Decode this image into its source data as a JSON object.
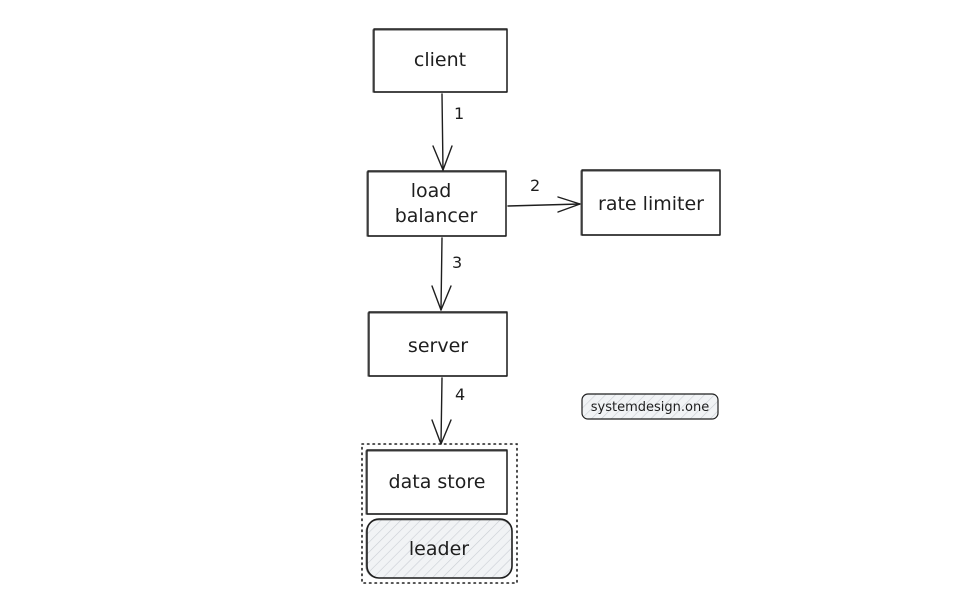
{
  "nodes": {
    "client": "client",
    "load_balancer": [
      "load",
      "balancer"
    ],
    "rate_limiter": "rate limiter",
    "server": "server",
    "data_store": "data store",
    "leader": "leader"
  },
  "edges": {
    "client_to_lb": "1",
    "lb_to_rate_limiter": "2",
    "lb_to_server": "3",
    "server_to_datastore": "4"
  },
  "watermark": "systemdesign.one",
  "colors": {
    "ink": "#1e1e1e",
    "hatch_fill": "#e9ecef"
  }
}
